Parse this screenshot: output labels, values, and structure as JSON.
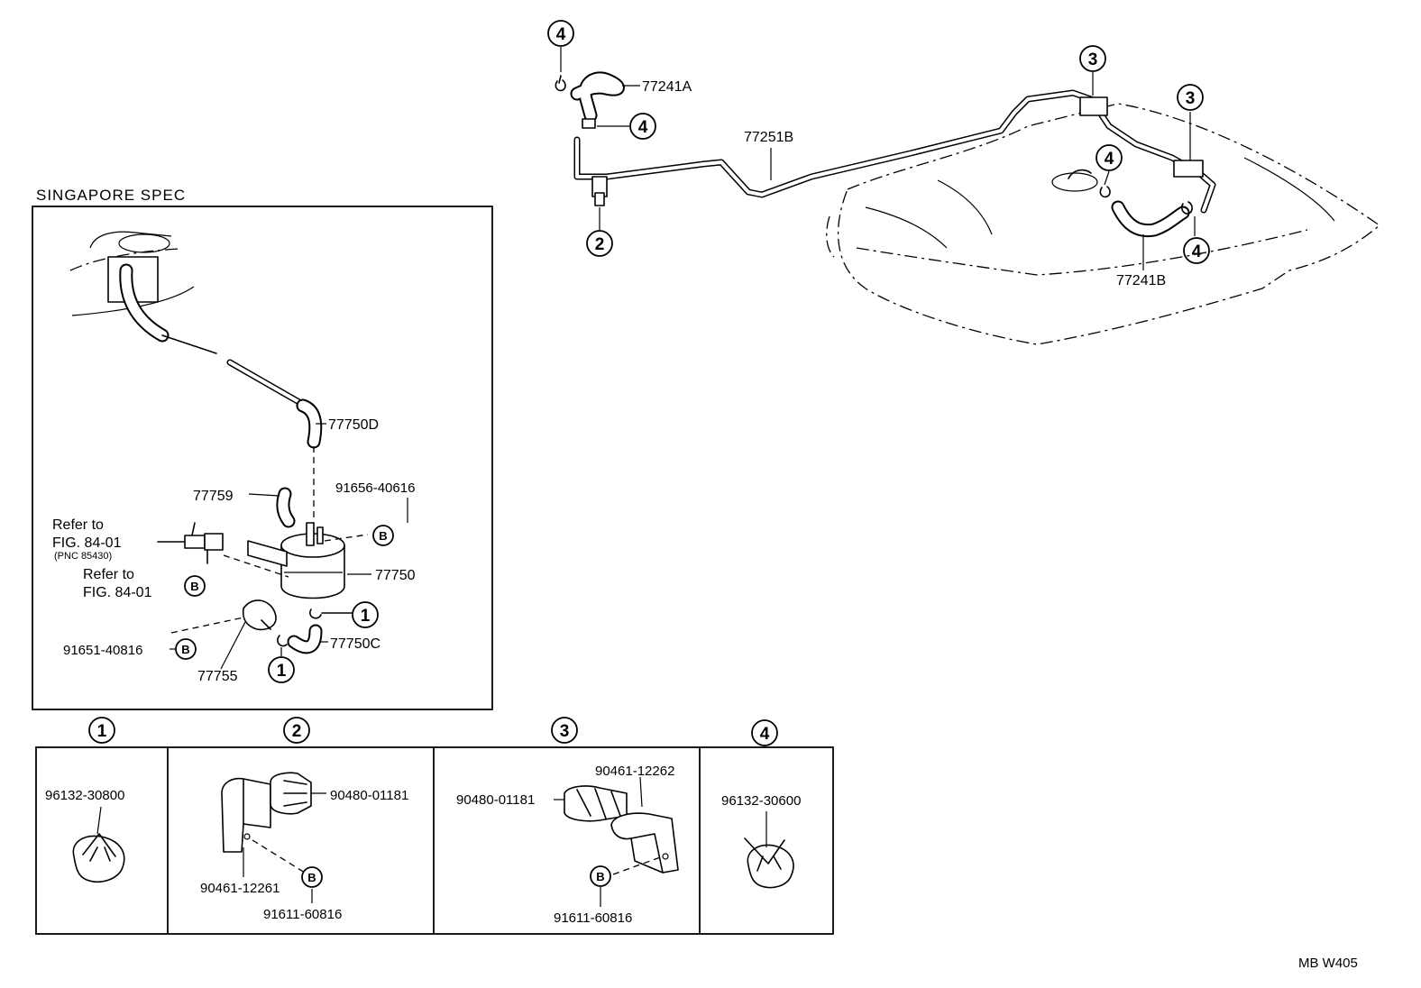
{
  "section_title": "SINGAPORE SPEC",
  "part_labels": {
    "hose_upper": "77241A",
    "fuel_pipe": "77251B",
    "hose_lower": "77241B",
    "hose_canister_inlet": "77750D",
    "hose_77759": "77759",
    "bolt_upper": "91656-40616",
    "canister": "77750",
    "hose_canister_outlet": "77750C",
    "bolt_lower": "91651-40816",
    "bracket_77755": "77755"
  },
  "refer_notes": {
    "ref1_line1": "Refer to",
    "ref1_line2": "FIG. 84-01",
    "ref1_pnc": "(PNC 85430)",
    "ref2_line1": "Refer to",
    "ref2_line2": "FIG. 84-01"
  },
  "callouts": {
    "c1": "1",
    "c2": "2",
    "c3": "3",
    "c4": "4",
    "b": "B"
  },
  "detail_panels": [
    {
      "number": "1",
      "parts": [
        "96132-30800"
      ]
    },
    {
      "number": "2",
      "parts": [
        "90480-01181",
        "90461-12261",
        "91611-60816"
      ]
    },
    {
      "number": "3",
      "parts": [
        "90461-12262",
        "90480-01181",
        "91611-60816"
      ]
    },
    {
      "number": "4",
      "parts": [
        "96132-30600"
      ]
    }
  ],
  "footer_code": "MB  W405"
}
